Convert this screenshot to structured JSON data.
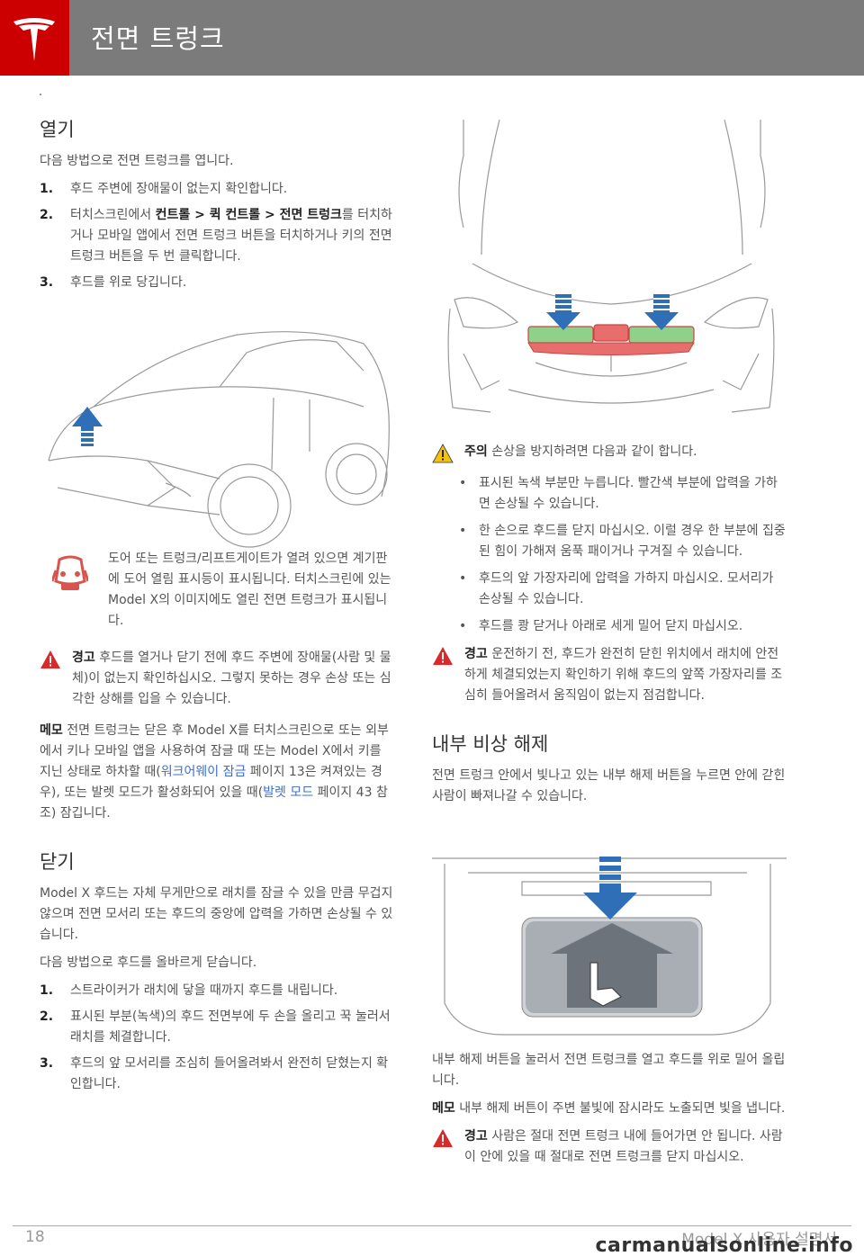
{
  "header": {
    "title": "전면 트렁크"
  },
  "open": {
    "heading": "열기",
    "intro": "다음 방법으로 전면 트렁크를 엽니다.",
    "steps": [
      {
        "num": "1.",
        "text": "후드 주변에 장애물이 없는지 확인합니다."
      },
      {
        "num": "2.",
        "pre": "터치스크린에서 ",
        "b1": "컨트롤",
        "sep1": " > ",
        "b2": "퀵 컨트롤",
        "sep2": " > ",
        "b3": "전면 트렁크",
        "post": "를 터치하거나 모바일 앱에서 전면 트렁크 버튼을 터치하거나 키의 전면 트렁크 버튼을 두 번 클릭합니다."
      },
      {
        "num": "3.",
        "text": "후드를 위로 당깁니다."
      }
    ],
    "door_note": "도어 또는 트렁크/리프트게이트가 열려 있으면 계기판에 도어 열림 표시등이 표시됩니다. 터치스크린에 있는 Model X의 이미지에도 열린 전면 트렁크가 표시됩니다.",
    "warning": {
      "label": "경고",
      "text": " 후드를 열거나 닫기 전에 후드 주변에 장애물(사람 및 물체)이 없는지 확인하십시오. 그렇지 못하는 경우 손상 또는 심각한 상해를 입을 수 있습니다."
    },
    "memo": {
      "label": "메모",
      "t1": " 전면 트렁크는 닫은 후 Model X를 터치스크린으로 또는 외부에서 키나 모바일 앱을 사용하여 잠글 때 또는 Model X에서 키를 지닌 상태로 하차할 때(",
      "link1": "워크어웨이 잠금",
      "t2": " 페이지 13은 켜져있는 경우), 또는 발렛 모드가 활성화되어 있을 때(",
      "link2": "발렛 모드",
      "t3": " 페이지 43 참조) 잠깁니다."
    }
  },
  "close": {
    "heading": "닫기",
    "p1": "Model X 후드는 자체 무게만으로 래치를 잠글 수 있을 만큼 무겁지 않으며 전면 모서리 또는 후드의 중앙에 압력을 가하면 손상될 수 있습니다.",
    "p2": "다음 방법으로 후드를 올바르게 닫습니다.",
    "steps": [
      {
        "num": "1.",
        "text": "스트라이커가 래치에 닿을 때까지 후드를 내립니다."
      },
      {
        "num": "2.",
        "text": "표시된 부분(녹색)의 후드 전면부에 두 손을 올리고 꾹 눌러서 래치를 체결합니다."
      },
      {
        "num": "3.",
        "text": "후드의 앞 모서리를 조심히 들어올려봐서 완전히 닫혔는지 확인합니다."
      }
    ]
  },
  "caution": {
    "label": "주의",
    "text": " 손상을 방지하려면 다음과 같이 합니다.",
    "bullets": [
      "표시된 녹색 부분만 누릅니다. 빨간색 부분에 압력을 가하면 손상될 수 있습니다.",
      "한 손으로 후드를 닫지 마십시오. 이럴 경우 한 부분에 집중된 힘이 가해져 움푹 패이거나 구겨질 수 있습니다.",
      "후드의 앞 가장자리에 압력을 가하지 마십시오. 모서리가 손상될 수 있습니다.",
      "후드를 쾅 닫거나 아래로 세게 밀어 닫지 마십시오."
    ],
    "bullet_char": "•"
  },
  "warning2": {
    "label": "경고",
    "text": " 운전하기 전, 후드가 완전히 닫힌 위치에서 래치에 안전하게 체결되었는지 확인하기 위해 후드의 앞쪽 가장자리를 조심히 들어올려서 움직임이 없는지 점검합니다."
  },
  "release": {
    "heading": "내부 비상 해제",
    "p1": "전면 트렁크 안에서 빛나고 있는 내부 해제 버튼을 누르면 안에 갇힌 사람이 빠져나갈 수 있습니다.",
    "p2": "내부 해제 버튼을 눌러서 전면 트렁크를 열고 후드를 위로 밀어 올립니다.",
    "memo": {
      "label": "메모",
      "text": " 내부 해제 버튼이 주변 불빛에 잠시라도 노출되면 빛을 냅니다."
    },
    "warning": {
      "label": "경고",
      "text": " 사람은 절대 전면 트렁크 내에 들어가면 안 됩니다. 사람이 안에 있을 때 절대로 전면 트렁크를 닫지 마십시오."
    }
  },
  "footer": {
    "page": "18",
    "title": "Model X 사용자 설명서"
  },
  "watermark": "carmanualsonline.info",
  "colors": {
    "header": "#7b7b7b",
    "brand_red": "#cc0000",
    "link": "#3b6ed1",
    "press_green": "#8fd18a",
    "press_red": "#e86d6d",
    "arrow_blue": "#2f6fb8"
  }
}
